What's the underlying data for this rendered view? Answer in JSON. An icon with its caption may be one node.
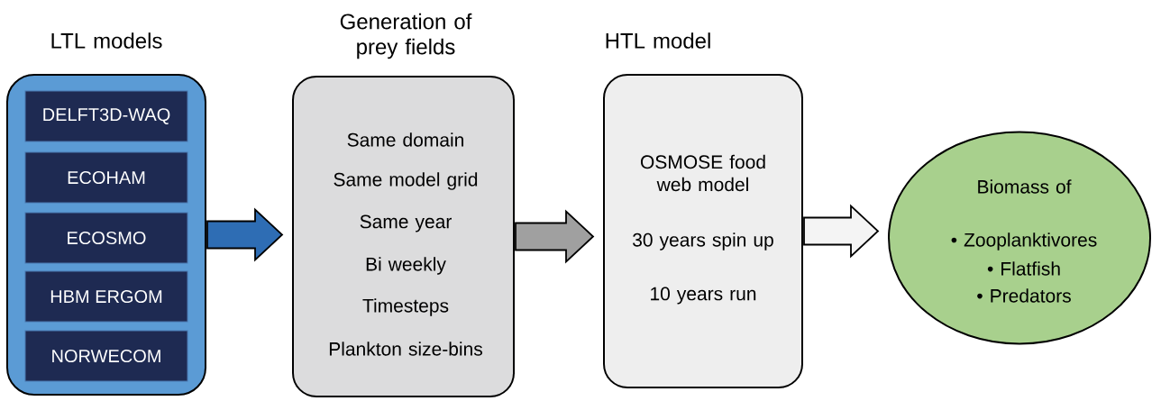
{
  "diagram": {
    "nodes": [
      {
        "text": [
          "LTL models"
        ]
      },
      {
        "text": [
          "DELFT3D-WAQ"
        ],
        "in": 0
      },
      {
        "text": [
          "ECOHAM"
        ],
        "in": 0
      },
      {
        "text": [
          "ECOSMO"
        ],
        "in": 0
      },
      {
        "text": [
          "HBM ERGOM"
        ],
        "in": 0
      },
      {
        "text": [
          "NORWECOM"
        ],
        "in": 0
      },
      {
        "text": [
          "Generation of prey fields",
          "Same domain",
          "Same model grid",
          "Same year",
          "Bi weekly",
          "Timesteps",
          "Plankton size-bins"
        ]
      },
      {
        "text": [
          "HTL model",
          "OSMOSE food web model",
          "30 years spin up",
          "10 years run"
        ]
      },
      {
        "text": [
          "Biomass of",
          "• Zooplanktivores",
          "• Flatfish",
          "• Predators"
        ]
      }
    ],
    "edges": [
      {
        "from": 0,
        "to": 6,
        "arrow": "to",
        "color": "#2e6db4"
      },
      {
        "from": 6,
        "to": 7,
        "arrow": "to",
        "color": "#a0a0a0"
      },
      {
        "from": 7,
        "to": 8,
        "arrow": "to",
        "color": "#f4f4f4"
      }
    ]
  }
}
